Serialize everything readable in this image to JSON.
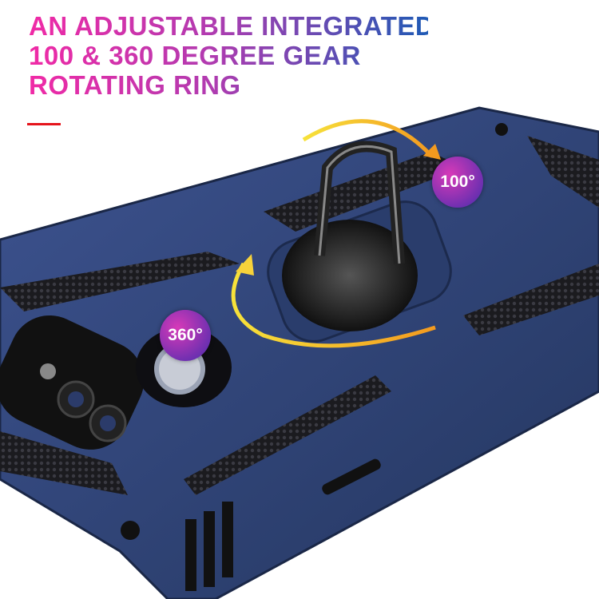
{
  "headline": {
    "lines": [
      "AN ADJUSTABLE INTEGRATED",
      "100 & 360 DEGREE GEAR",
      "ROTATING RING"
    ]
  },
  "badges": {
    "angle_small": "100°",
    "angle_full": "360°"
  },
  "colors": {
    "accent_line": "#e5141b",
    "case_blue": "#2e4378",
    "arrow": "#f5a623"
  }
}
